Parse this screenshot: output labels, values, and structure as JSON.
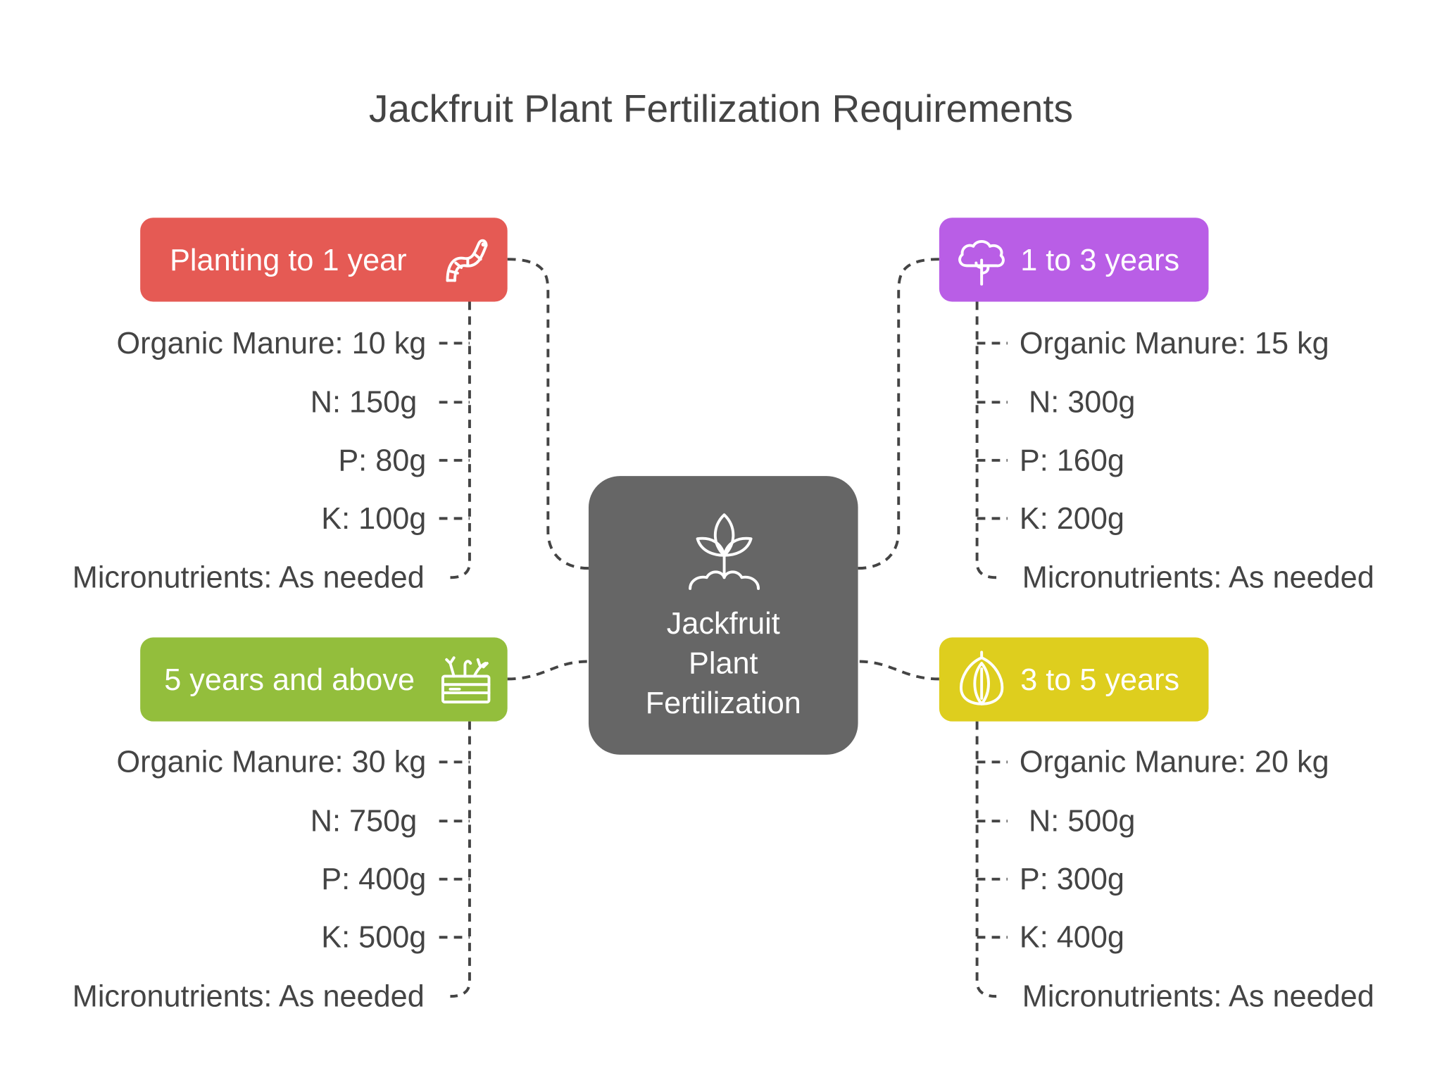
{
  "title": "Jackfruit Plant Fertilization Requirements",
  "center": {
    "lines": [
      "Jackfruit",
      "Plant",
      "Fertilization"
    ],
    "icon": "sprout-icon",
    "color": "#666666"
  },
  "stages": [
    {
      "key": "tl",
      "label": "Planting to 1 year",
      "icon": "worm-icon",
      "color": "#E55A54",
      "items": [
        "Organic Manure: 10 kg",
        "N: 150g",
        "P: 80g",
        "K: 100g",
        "Micronutrients: As needed"
      ]
    },
    {
      "key": "tr",
      "label": "1 to 3 years",
      "icon": "tree-icon",
      "color": "#B95EE6",
      "items": [
        "Organic Manure: 15 kg",
        "N: 300g",
        "P: 160g",
        "K: 200g",
        "Micronutrients: As needed"
      ]
    },
    {
      "key": "bl",
      "label": "5 years and above",
      "icon": "harvest-crate-icon",
      "color": "#93BE3C",
      "items": [
        "Organic Manure: 30 kg",
        "N: 750g",
        "P: 400g",
        "K: 500g",
        "Micronutrients: As needed"
      ]
    },
    {
      "key": "br",
      "label": "3 to 5 years",
      "icon": "jackfruit-icon",
      "color": "#DECE1E",
      "items": [
        "Organic Manure: 20 kg",
        "N: 500g",
        "P: 300g",
        "K: 400g",
        "Micronutrients: As needed"
      ]
    }
  ]
}
